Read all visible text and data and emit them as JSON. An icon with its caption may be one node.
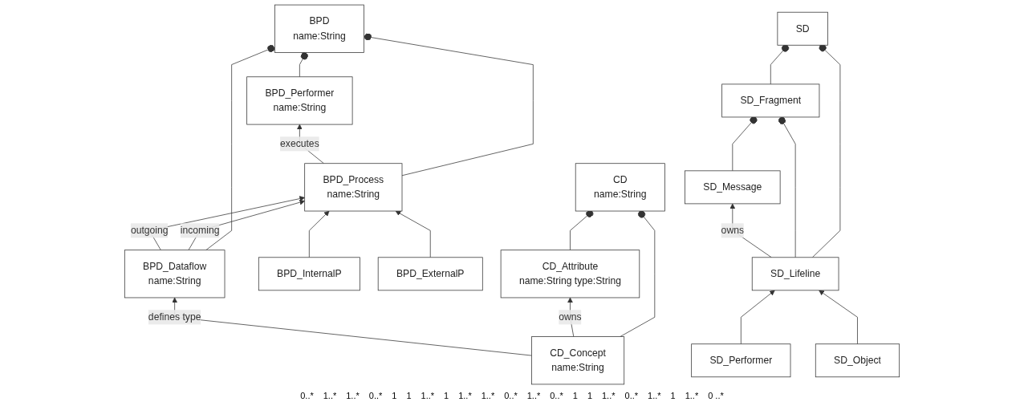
{
  "diagram": {
    "nodes": [
      {
        "text": [
          "BPD",
          "name:String"
        ]
      },
      {
        "text": [
          "BPD_Performer",
          "name:String"
        ]
      },
      {
        "text": [
          "BPD_Process",
          "name:String"
        ]
      },
      {
        "text": [
          "BPD_Dataflow",
          "name:String"
        ]
      },
      {
        "text": [
          "BPD_InternalP"
        ]
      },
      {
        "text": [
          "BPD_ExternalP"
        ]
      },
      {
        "text": [
          "CD",
          "name:String"
        ]
      },
      {
        "text": [
          "CD_Attribute",
          "name:String type:String"
        ]
      },
      {
        "text": [
          "CD_Concept",
          "name:String"
        ]
      },
      {
        "text": [
          "SD"
        ]
      },
      {
        "text": [
          "SD_Lifeline"
        ]
      },
      {
        "text": [
          "SD_Fragment"
        ]
      },
      {
        "text": [
          "SD_Object"
        ]
      },
      {
        "text": [
          "SD_Performer"
        ]
      },
      {
        "text": [
          "SD_Message"
        ]
      }
    ],
    "edges": [
      {
        "from": 1,
        "to": 0,
        "arrow": "other"
      },
      {
        "from": 2,
        "to": 0,
        "arrow": "other"
      },
      {
        "from": 3,
        "to": 0,
        "arrow": "other"
      },
      {
        "from": 2,
        "to": 1,
        "arrow": "to",
        "label": "executes"
      },
      {
        "from": 3,
        "to": 2,
        "arrow": "to",
        "label": "incoming"
      },
      {
        "from": 3,
        "to": 2,
        "arrow": "to",
        "label": "outgoing"
      },
      {
        "from": 4,
        "to": 2,
        "arrow": "to"
      },
      {
        "from": 5,
        "to": 2,
        "arrow": "to"
      },
      {
        "from": 7,
        "to": 6,
        "arrow": "other"
      },
      {
        "from": 8,
        "to": 6,
        "arrow": "other"
      },
      {
        "from": 8,
        "to": 7,
        "arrow": "to",
        "label": "owns"
      },
      {
        "from": 8,
        "to": 3,
        "arrow": "to",
        "label": "defines type"
      },
      {
        "from": 10,
        "to": 9,
        "arrow": "other"
      },
      {
        "from": 11,
        "to": 9,
        "arrow": "other"
      },
      {
        "from": 10,
        "to": 11,
        "arrow": "other"
      },
      {
        "from": 10,
        "to": 14,
        "arrow": "to",
        "label": "owns"
      },
      {
        "from": 12,
        "to": 10,
        "arrow": "to"
      },
      {
        "from": 13,
        "to": 10,
        "arrow": "to"
      },
      {
        "from": 14,
        "to": 11,
        "arrow": "other"
      }
    ],
    "labels": [
      "0..*",
      "1..*",
      "1..*",
      "0..*",
      "1",
      "1",
      "1..*",
      "1",
      "1..*",
      "1..*",
      "0..*",
      "1..*",
      "0..*",
      "1",
      "1",
      "1..*",
      "0..*",
      "1..*",
      "1",
      "1..*",
      "0 ..*"
    ]
  }
}
